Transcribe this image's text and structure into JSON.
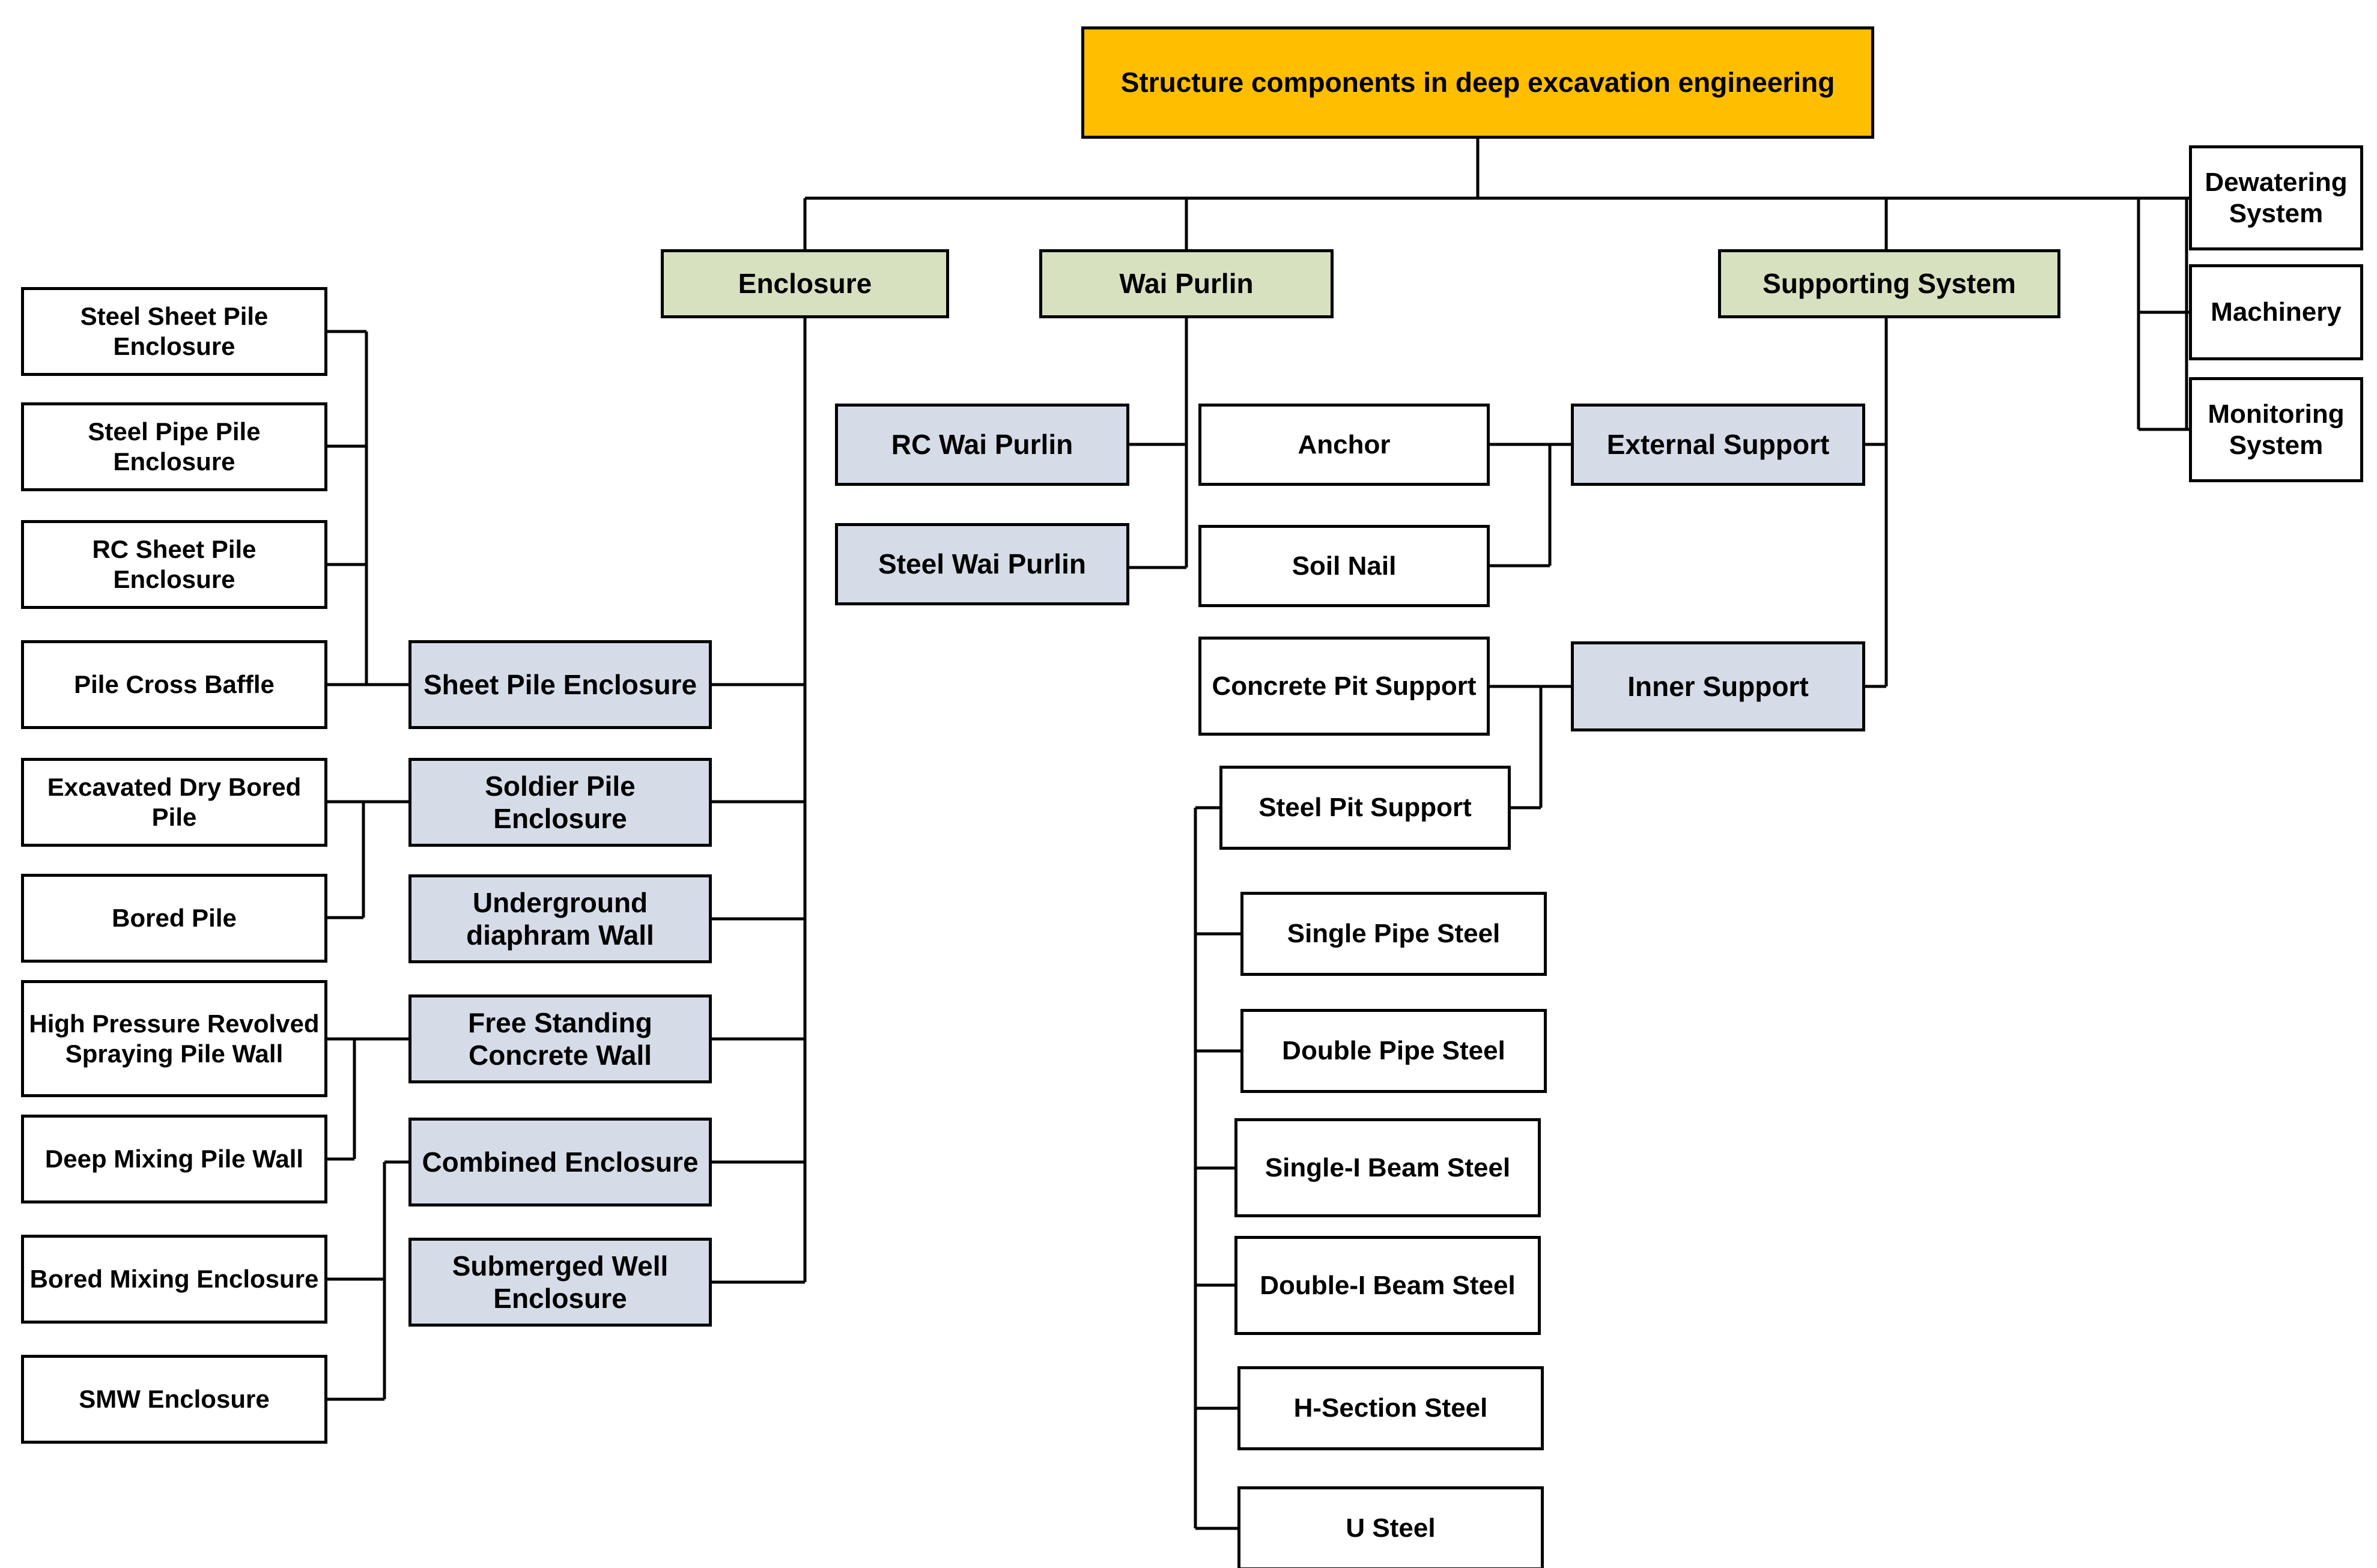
{
  "diagram": {
    "title": "Structure components in deep excavation engineering",
    "type": "organizational-tree",
    "colors": {
      "root_fill": "#FFBF00",
      "level2_fill": "#D7E1C0",
      "highlight_fill": "#D5DCE8",
      "plain_fill": "#FFFFFF",
      "stroke": "#000000"
    },
    "root": {
      "label": "Structure components in deep excavation engineering"
    },
    "level2": [
      {
        "id": "enclosure",
        "label": "Enclosure"
      },
      {
        "id": "wai-purlin",
        "label": "Wai Purlin"
      },
      {
        "id": "supporting-system",
        "label": "Supporting System"
      }
    ],
    "right_branches": [
      {
        "id": "dewatering-system",
        "label": "Dewatering System"
      },
      {
        "id": "machinery",
        "label": "Machinery"
      },
      {
        "id": "monitoring-system",
        "label": "Monitoring System"
      }
    ],
    "enclosure_children": [
      {
        "id": "sheet-pile-enclosure",
        "label": "Sheet Pile Enclosure"
      },
      {
        "id": "soldier-pile-enclosure",
        "label": "Soldier Pile Enclosure"
      },
      {
        "id": "underground-diaphram-wall",
        "label": "Underground diaphram Wall"
      },
      {
        "id": "free-standing-concrete-wall",
        "label": "Free Standing Concrete Wall"
      },
      {
        "id": "combined-enclosure",
        "label": "Combined Enclosure"
      },
      {
        "id": "submerged-well-enclosure",
        "label": "Submerged Well Enclosure"
      }
    ],
    "leftmost_leaves": [
      {
        "id": "steel-sheet-pile-enclosure",
        "label": "Steel Sheet Pile Enclosure"
      },
      {
        "id": "steel-pipe-pile-enclosure",
        "label": "Steel Pipe Pile Enclosure"
      },
      {
        "id": "rc-sheet-pile-enclosure",
        "label": "RC Sheet Pile Enclosure"
      },
      {
        "id": "pile-cross-baffle",
        "label": "Pile Cross Baffle"
      },
      {
        "id": "excavated-dry-bored-pile",
        "label": "Excavated Dry Bored Pile"
      },
      {
        "id": "bored-pile",
        "label": "Bored Pile"
      },
      {
        "id": "high-pressure-revolved-spraying-pile-wall",
        "label": "High Pressure Revolved Spraying Pile Wall"
      },
      {
        "id": "deep-mixing-pile-wall",
        "label": "Deep Mixing Pile Wall"
      },
      {
        "id": "bored-mixing-enclosure",
        "label": "Bored Mixing Enclosure"
      },
      {
        "id": "smw-enclosure",
        "label": "SMW Enclosure"
      }
    ],
    "wai_purlin_children": [
      {
        "id": "rc-wai-purlin",
        "label": "RC Wai Purlin"
      },
      {
        "id": "steel-wai-purlin",
        "label": "Steel Wai Purlin"
      }
    ],
    "support_types": [
      {
        "id": "external-support",
        "label": "External Support"
      },
      {
        "id": "inner-support",
        "label": "Inner Support"
      }
    ],
    "external_support_children": [
      {
        "id": "anchor",
        "label": "Anchor"
      },
      {
        "id": "soil-nail",
        "label": "Soil Nail"
      }
    ],
    "inner_support_children": [
      {
        "id": "concrete-pit-support",
        "label": "Concrete Pit Support"
      },
      {
        "id": "steel-pit-support",
        "label": "Steel Pit Support"
      }
    ],
    "steel_pit_support_children": [
      {
        "id": "single-pipe-steel",
        "label": "Single Pipe Steel"
      },
      {
        "id": "double-pipe-steel",
        "label": "Double Pipe Steel"
      },
      {
        "id": "single-i-beam-steel",
        "label": "Single-I Beam Steel"
      },
      {
        "id": "double-i-beam-steel",
        "label": "Double-I Beam Steel"
      },
      {
        "id": "h-section-steel",
        "label": "H-Section Steel"
      },
      {
        "id": "u-steel",
        "label": "U Steel"
      }
    ]
  }
}
